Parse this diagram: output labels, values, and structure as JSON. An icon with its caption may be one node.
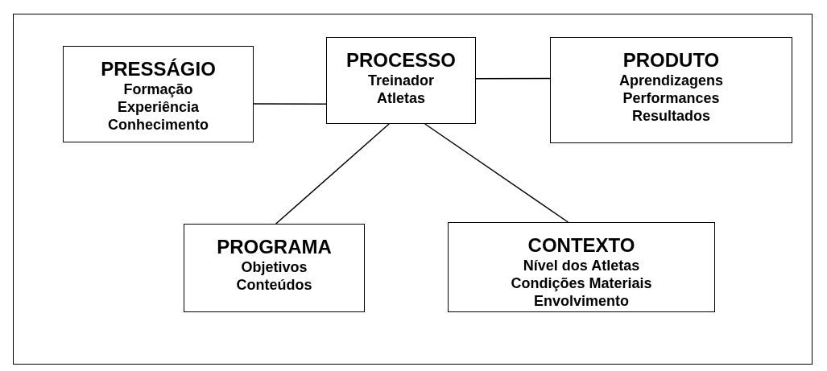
{
  "diagram": {
    "nodes": [
      {
        "text": [
          "PRESSÁGIO",
          "Formação Experiência Conhecimento"
        ]
      },
      {
        "text": [
          "PROCESSO",
          "Treinador Atletas"
        ]
      },
      {
        "text": [
          "PRODUTO",
          "Aprendizagens Performances Resultados"
        ]
      },
      {
        "text": [
          "PROGRAMA",
          "Objetivos Conteúdos"
        ]
      },
      {
        "text": [
          "CONTEXTO",
          "Nível dos Atletas Condições Materiais Envolvimento"
        ]
      }
    ],
    "edges": [
      {
        "from": 0,
        "to": 1,
        "arrow": "none"
      },
      {
        "from": 1,
        "to": 2,
        "arrow": "none"
      },
      {
        "from": 1,
        "to": 3,
        "arrow": "none"
      },
      {
        "from": 1,
        "to": 4,
        "arrow": "none"
      }
    ]
  }
}
